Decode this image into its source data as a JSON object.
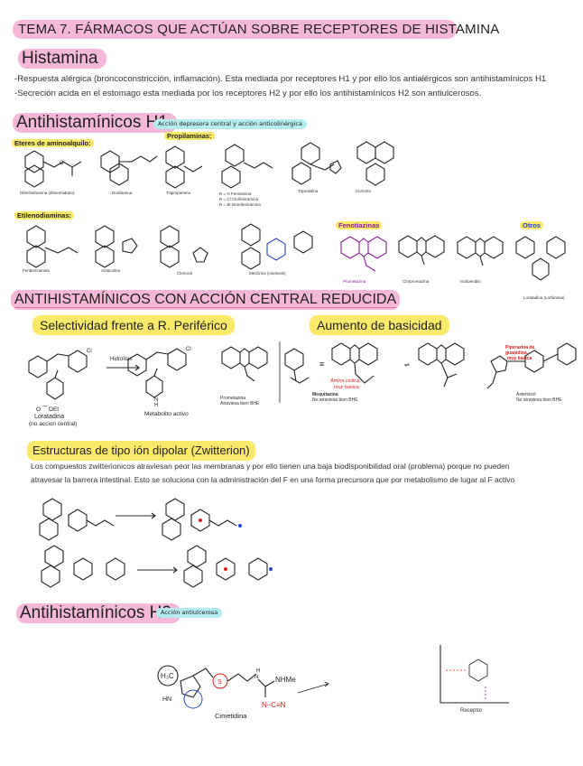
{
  "title": "TEMA 7. FÁRMACOS QUE ACTÚAN SOBRE RECEPTORES DE HISTAMINA",
  "histamina": {
    "heading": "Histamina",
    "line1": "-Respuesta alérgica (broncoconstricción, inflamación). Esta mediada por receptores H1 y por ello los antialérgicos son antihistamínicos H1",
    "line2": "-Secreción acida en el estomago esta mediada por los receptores H2 y por ello los antihistamínicos H2 son antiulcerosos."
  },
  "h1": {
    "heading": "Antihistamínicos H1",
    "tag": "Acción depresora central y acción anticolinérgica",
    "groups": {
      "eteres": "Eteres de aminoalquilo:",
      "propilaminas": "Propilaminas:",
      "etilenodiaminas": "Etilenodiaminas:",
      "fenotiazinas": "Fenotiazinas",
      "otros": "Otros"
    },
    "compounds": {
      "difenhidramina": "Difenhidramina (dimenhidrato)",
      "doxilamina": "Doxilamina",
      "tolpropamina": "Tolpropamina",
      "feniramina_1": "R = H    Feniramina",
      "feniramina_2": "R = Cl   Clorfeniramina",
      "feniramina_3": "R = Br   Bromfeniramina",
      "triprolidina": "Triprolidina",
      "ciclizina": "Ciclicina",
      "fenbenzamina": "Fenbenzamina",
      "antazolina": "Antazolina",
      "clemizol": "Clemizol",
      "meclizina": "Meclizina (cinetosis)",
      "prometazina": "Prometazina",
      "clorpromazina": "Clorpromazina",
      "isotipendilo": "Isotipendilo",
      "loratadina": "Loratadina (Lorfumina)"
    }
  },
  "central": {
    "heading": "ANTIHISTAMÍNICOS CON ACCIÓN CENTRAL REDUCIDA",
    "sel_heading": "Selectividad frente a R. Periférico",
    "bas_heading": "Aumento de basicidad",
    "hidrolisis": "Hidrolisis",
    "loratadina": "Loratadina",
    "loratadina_sub": "(no accion central)",
    "metabolito": "Metabolito activo",
    "prometazina": "Prometazina",
    "prometazina_sub": "Atraviesa bien BHE",
    "mequitazina": "Mequitazina",
    "mequitazina_sub": "No atraviesa bien BHE",
    "amina_ciclica": "Amina ciclica,",
    "muy_basica": "muy basica",
    "astemizol": "Astemizol",
    "astemizol_sub": "No atraviesa bien BHE",
    "piperazina_1": "Piperazina de",
    "piperazina_2": "guanidina,",
    "piperazina_3": "muy basica"
  },
  "zwitter": {
    "heading": "Estructuras de tipo ión dipolar (Zwitterion)",
    "line1": "Los compuestos zwitterionicos atraviesan peor las membranas y por ello tienen una baja biodisponibilidad oral (problema) porque no pueden",
    "line2": "atravesar la barrera intestinal. Esto se soluciona con la administración del F en una forma precursora que por metabolismo de lugar al F activo"
  },
  "h2": {
    "heading": "Antihistamínicos H2",
    "tag": "Acción antiulcerosa",
    "cimetidina": "Cimetidina",
    "nhme": "NHMe",
    "cn": "N–C≡N",
    "receptor": "Receptor"
  },
  "colors": {
    "pink": "#f5b8d8",
    "yellow": "#fbe96a",
    "cyan": "#b4ecf0",
    "purple": "#8a1c9a",
    "red": "#e02020",
    "blue": "#2846c8"
  }
}
